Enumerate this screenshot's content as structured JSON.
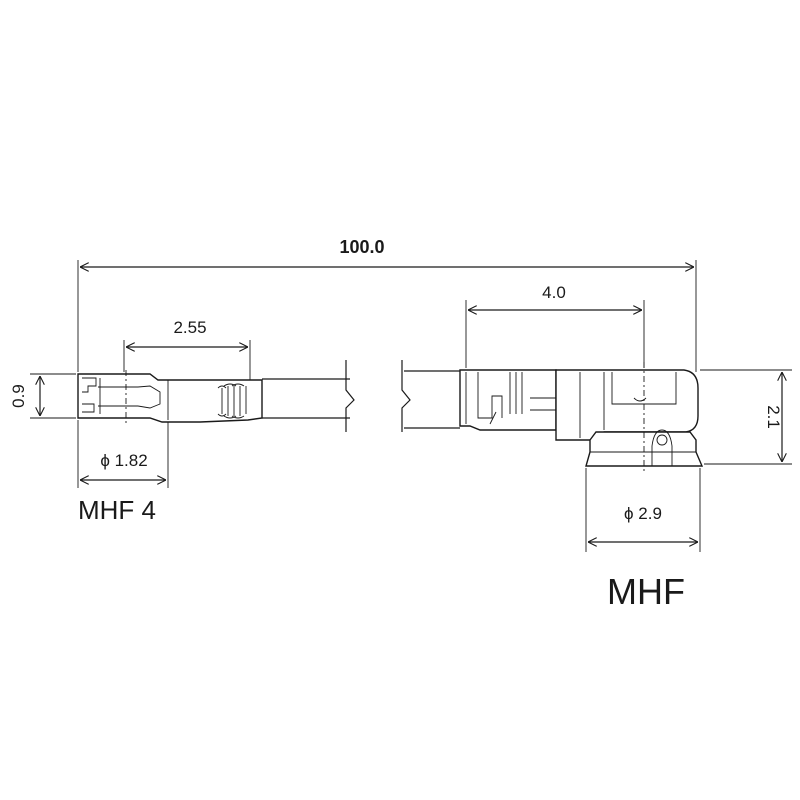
{
  "dimensions": {
    "overall_length": "100.0",
    "mhf_plug_length": "4.0",
    "mhf4_plug_length": "2.55",
    "mhf4_height": "0.9",
    "mhf_height": "2.1",
    "mhf4_diameter": "ϕ 1.82",
    "mhf_diameter": "ϕ 2.9"
  },
  "labels": {
    "left_connector": "MHF 4",
    "right_connector": "MHF"
  }
}
